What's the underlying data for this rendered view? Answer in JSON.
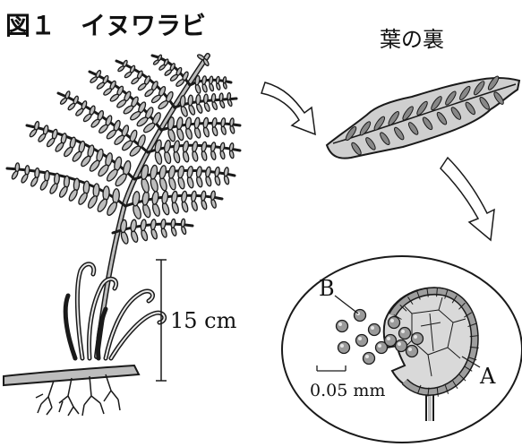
{
  "figure": {
    "title": "図１　イヌワラビ",
    "leaf_underside_label": "葉の裏",
    "plant_scale_label": "15 cm",
    "micro_scale_label": "0.05 mm",
    "label_spore": "B",
    "label_sporangium": "A"
  },
  "colors": {
    "ink": "#1a1a1a",
    "fill_gray": "#bdbdbd",
    "fill_light": "#d9d9d9",
    "spore_fill": "#9a9a9a"
  }
}
